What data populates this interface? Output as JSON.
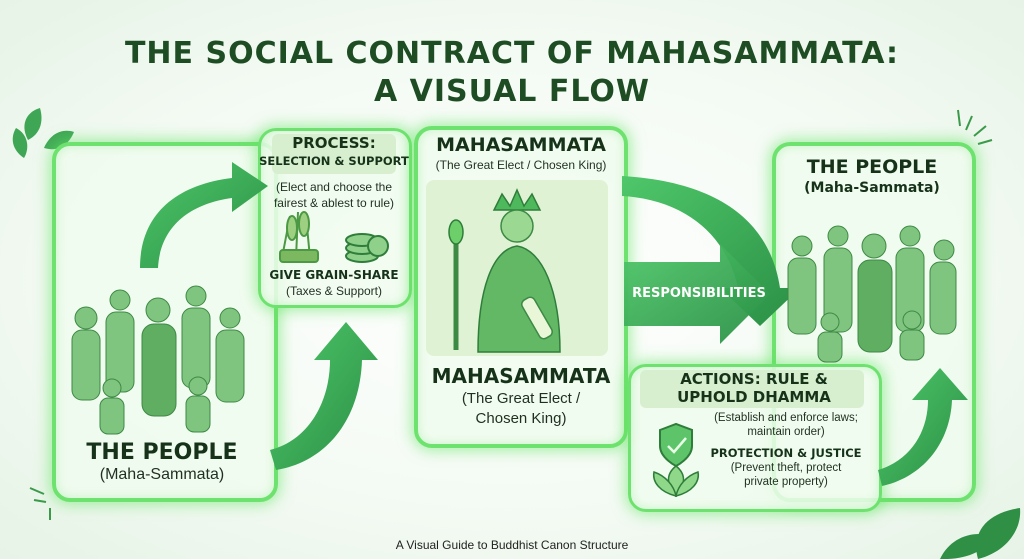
{
  "title": {
    "line1": "THE SOCIAL CONTRACT OF MAHASAMMATA:",
    "line2": "A VISUAL FLOW"
  },
  "left_panel": {
    "heading": "THE PEOPLE",
    "sub": "(Maha-Sammata)"
  },
  "process": {
    "heading": "PROCESS:",
    "subheading": "SELECTION & SUPPORT",
    "desc_line1": "(Elect and choose the",
    "desc_line2": "fairest & ablest to rule)",
    "grain_heading": "GIVE GRAIN-SHARE",
    "grain_sub": "(Taxes & Support)"
  },
  "king_panel": {
    "top_heading": "MAHASAMMATA",
    "top_sub": "(The Great Elect / Chosen King)",
    "bottom_heading": "MAHASAMMATA",
    "bottom_sub_line1": "(The Great Elect /",
    "bottom_sub_line2": "Chosen King)"
  },
  "responsibilities": "RESPONSIBILITIES",
  "actions": {
    "heading_line1": "ACTIONS: RULE &",
    "heading_line2": "UPHOLD DHAMMA",
    "desc_line1": "(Establish and enforce laws;",
    "desc_line2": "maintain order)",
    "protection_heading": "PROTECTION & JUSTICE",
    "protection_line1": "(Prevent theft, protect",
    "protection_line2": "private property)"
  },
  "right_panel": {
    "heading": "THE PEOPLE",
    "sub": "(Maha-Sammata)"
  },
  "footer": "A Visual Guide to Buddhist Canon Structure",
  "colors": {
    "accent": "#6ee26e",
    "arrow": "#2f9e4a",
    "dark_text": "#16331a",
    "label_bg": "#d7efcf"
  }
}
